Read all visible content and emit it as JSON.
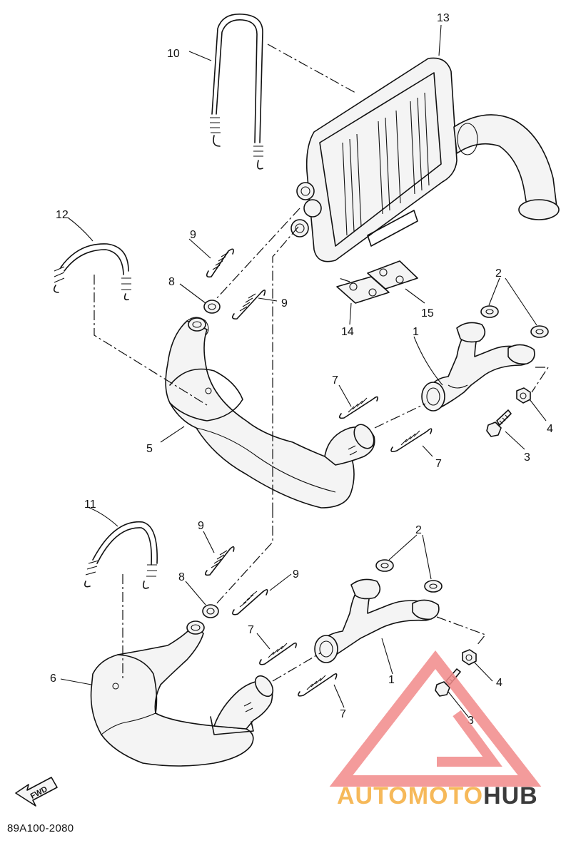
{
  "callouts": {
    "c1a": "1",
    "c1b": "1",
    "c2a": "2",
    "c2b": "2",
    "c3a": "3",
    "c3b": "3",
    "c4a": "4",
    "c4b": "4",
    "c5": "5",
    "c6": "6",
    "c7a": "7",
    "c7b": "7",
    "c7c": "7",
    "c7d": "7",
    "c8a": "8",
    "c8b": "8",
    "c9a": "9",
    "c9b": "9",
    "c9c": "9",
    "c9d": "9",
    "c10": "10",
    "c11": "11",
    "c12": "12",
    "c13": "13",
    "c14": "14",
    "c15": "15"
  },
  "fwd_label": "FWD",
  "drawing_code": "89A100-2080",
  "watermark": {
    "brand_part1": "AUTOMOTO",
    "brand_part2": "HUB",
    "colors": {
      "triangle": "#f28a8a",
      "part1": "#f6b95a",
      "part2": "#3b3b3b"
    }
  }
}
